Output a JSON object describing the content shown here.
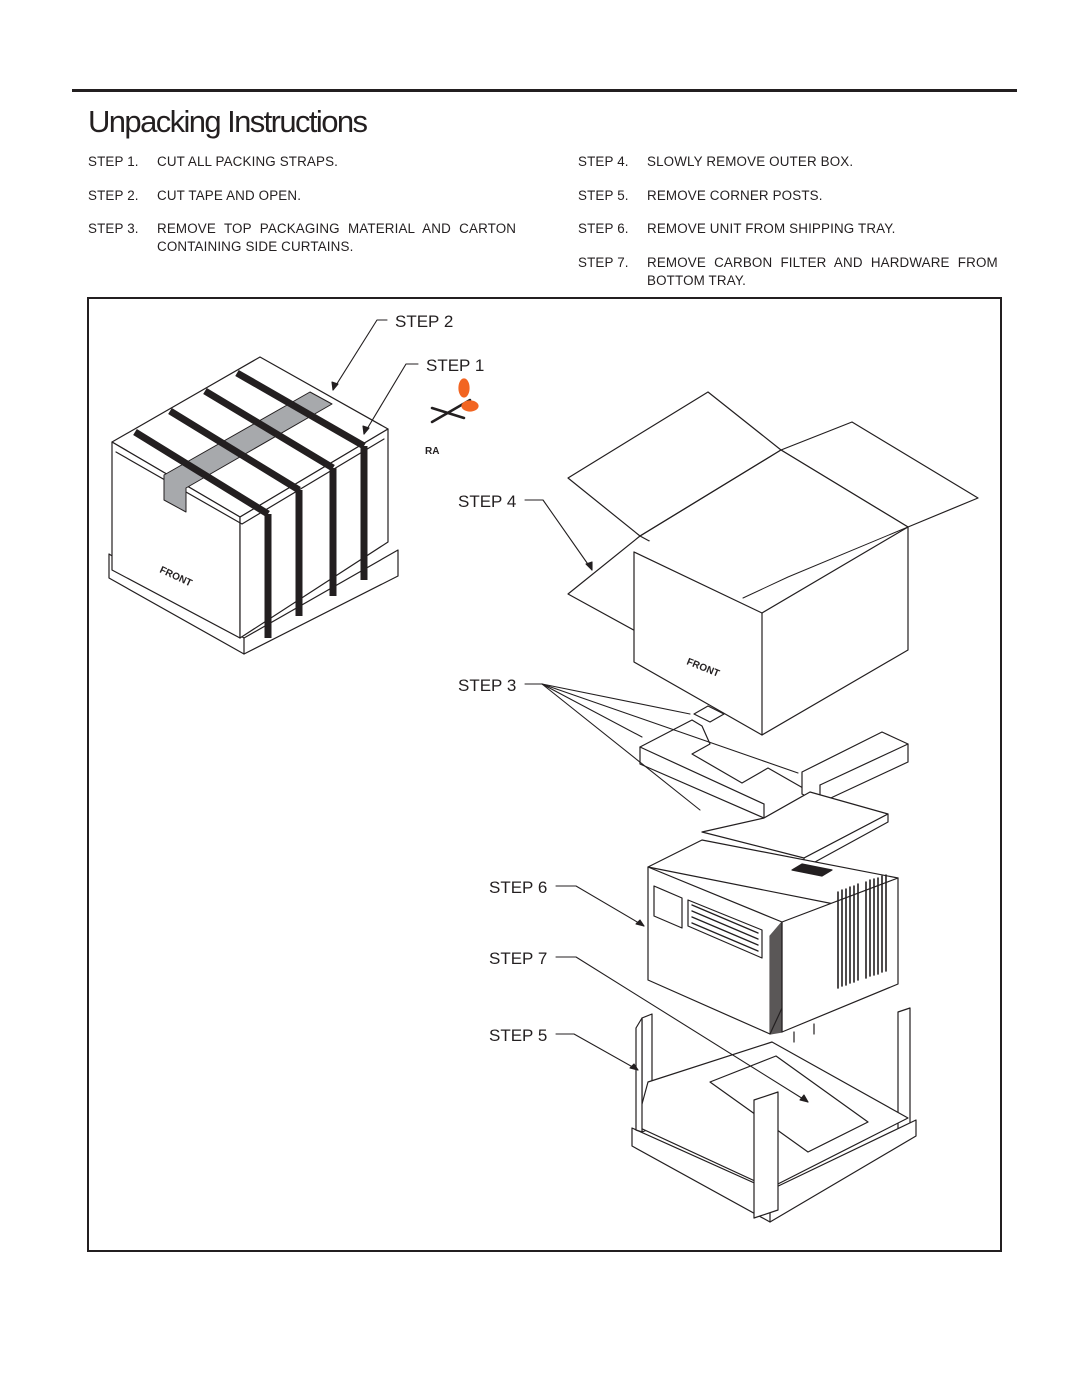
{
  "page": {
    "title": "Unpacking Instructions"
  },
  "steps_left": [
    {
      "num": "STEP 1.",
      "lines": [
        "CUT ALL PACKING STRAPS."
      ]
    },
    {
      "num": "STEP 2.",
      "lines": [
        "CUT TAPE AND OPEN."
      ]
    },
    {
      "num": "STEP 3.",
      "lines": [
        "REMOVE TOP PACKAGING MATERIAL AND CARTON",
        "CONTAINING SIDE CURTAINS."
      ]
    }
  ],
  "steps_right": [
    {
      "num": "STEP 4.",
      "lines": [
        "SLOWLY REMOVE OUTER BOX."
      ]
    },
    {
      "num": "STEP 5.",
      "lines": [
        "REMOVE CORNER POSTS."
      ]
    },
    {
      "num": "STEP 6.",
      "lines": [
        "REMOVE UNIT FROM SHIPPING TRAY."
      ]
    },
    {
      "num": "STEP 7.",
      "lines": [
        "REMOVE CARBON FILTER AND HARDWARE FROM",
        "BOTTOM TRAY."
      ]
    }
  ],
  "figure": {
    "callouts": {
      "step2": "STEP 2",
      "step1": "STEP 1",
      "step4": "STEP 4",
      "step3": "STEP 3",
      "step6": "STEP 6",
      "step7": "STEP 7",
      "step5": "STEP 5"
    },
    "box_front_label": "FRONT",
    "open_box_front_label": "FRONT",
    "scissors_mark": "RA",
    "colors": {
      "tape": "#a7a9ac",
      "scissors_handle": "#f26522",
      "line": "#231f20"
    }
  }
}
